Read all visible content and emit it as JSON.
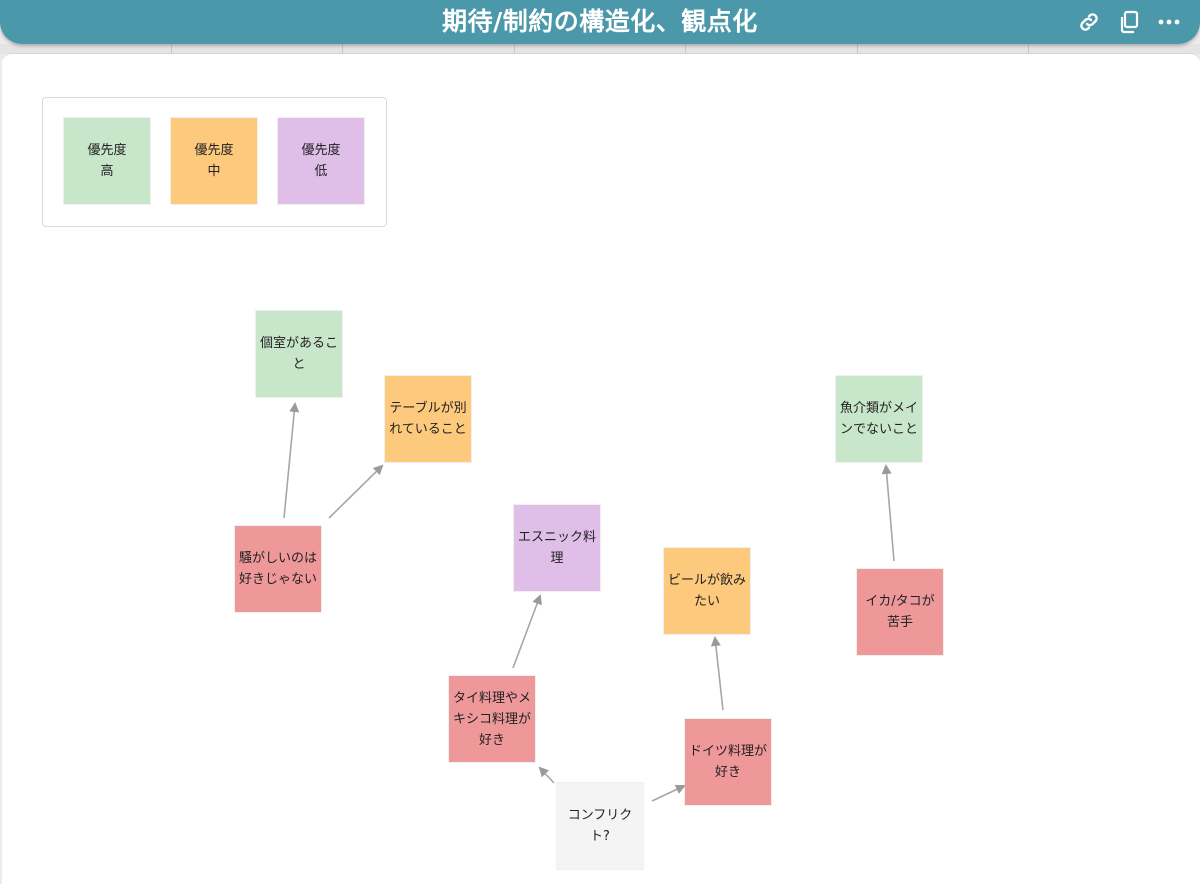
{
  "header": {
    "title": "期待/制約の構造化、観点化"
  },
  "header_icons": [
    "link-icon",
    "copy-icon",
    "more-icon"
  ],
  "legend": {
    "items": [
      {
        "label": "優先度\n高",
        "color": "#c8e6c9"
      },
      {
        "label": "優先度\n中",
        "color": "#fdc97d"
      },
      {
        "label": "優先度\n低",
        "color": "#dfbee8"
      }
    ]
  },
  "notes": {
    "private_room": "個室があること",
    "separate_tables": "テーブルが別れていること",
    "dislike_noisy": "騒がしいのは好きじゃない",
    "ethnic": "エスニック料理",
    "beer": "ビールが飲みたい",
    "thai_mexican": "タイ料理やメキシコ料理が好き",
    "german": "ドイツ料理が好き",
    "conflict": "コンフリクト?",
    "no_seafood_main": "魚介類がメインでないこと",
    "squid_octopus": "イカ/タコが苦手"
  }
}
